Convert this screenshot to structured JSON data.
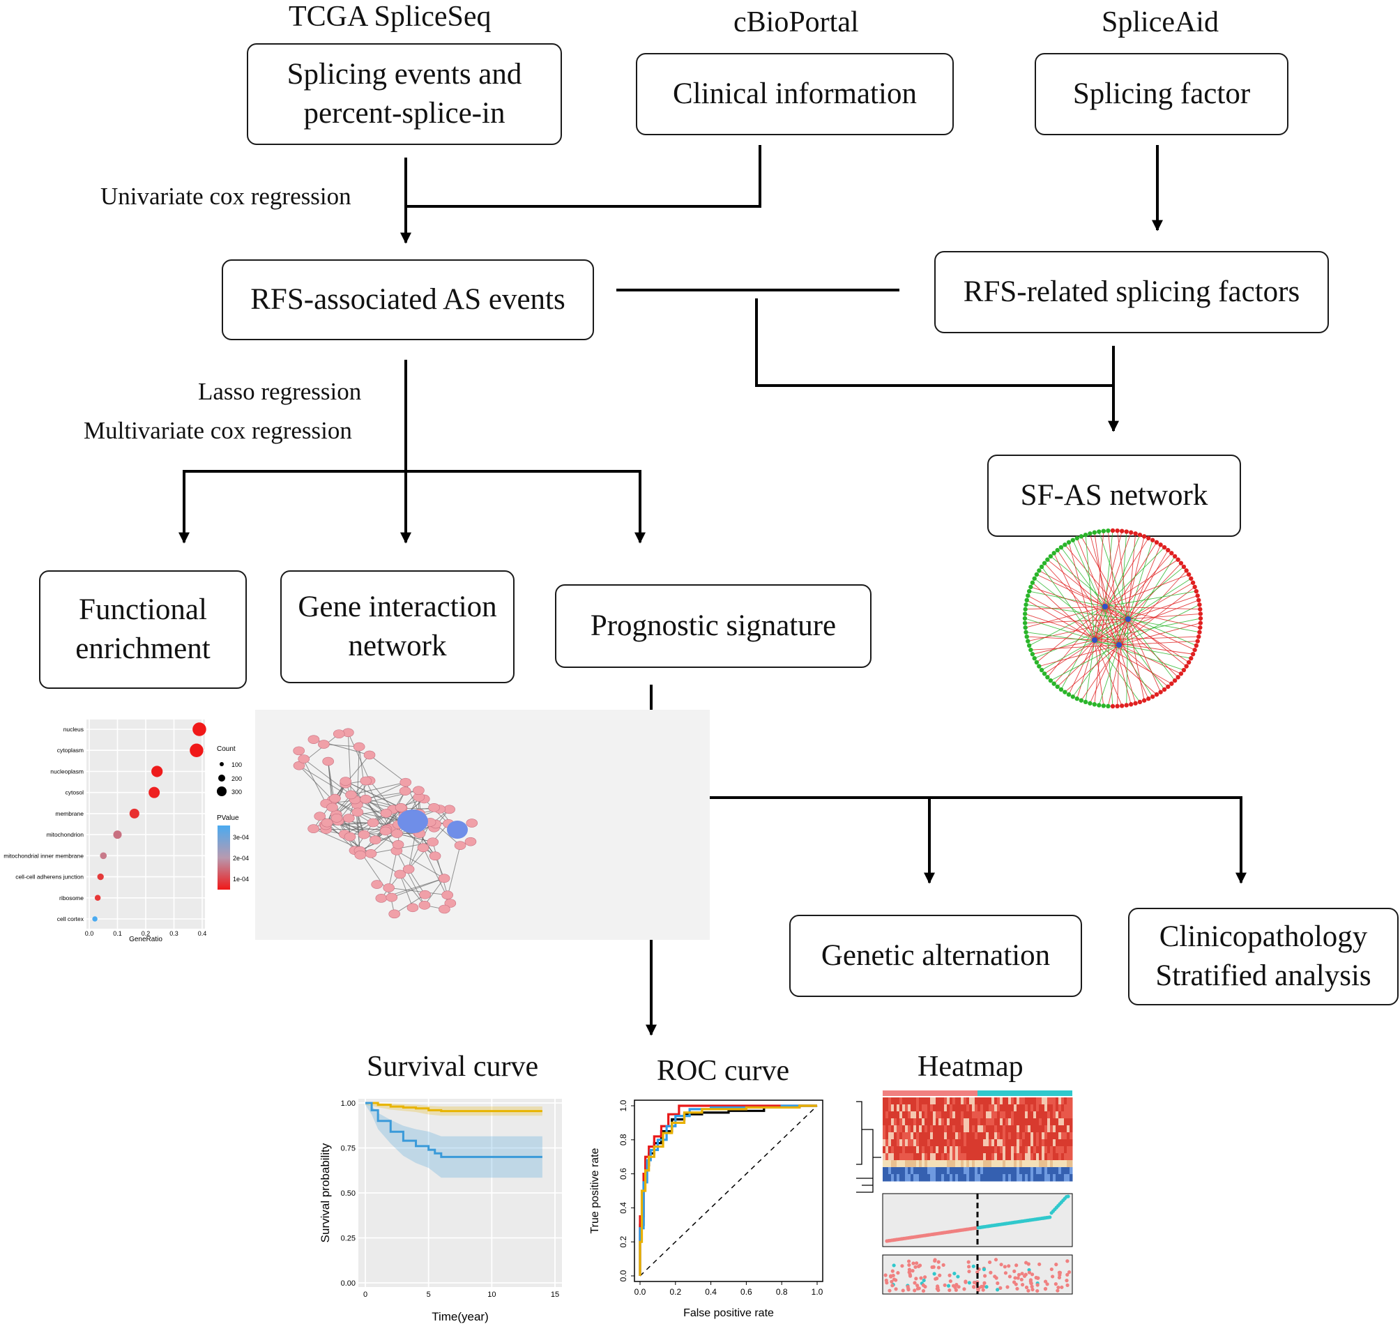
{
  "sources": {
    "tcga": "TCGA SpliceSeq",
    "cbioportal": "cBioPortal",
    "spliceaid": "SpliceAid"
  },
  "boxes": {
    "splicing_events": {
      "line1": "Splicing events and",
      "line2": "percent-splice-in"
    },
    "clinical": "Clinical information",
    "splicing_factor": "Splicing factor",
    "rfs_as": "RFS-associated AS events",
    "rfs_sf": "RFS-related splicing factors",
    "sf_as": "SF-AS network",
    "functional": {
      "line1": "Functional",
      "line2": "enrichment"
    },
    "gene_interaction": {
      "line1": "Gene interaction",
      "line2": "network"
    },
    "prognostic": "Prognostic signature",
    "genetic": "Genetic alternation",
    "clinico": {
      "line1": "Clinicopathology",
      "line2": "Stratified analysis"
    }
  },
  "labels": {
    "univariate": "Univariate cox regression",
    "lasso": "Lasso regression",
    "multivariate": "Multivariate cox regression"
  },
  "plots": {
    "survival_title": "Survival curve",
    "roc_title": "ROC curve",
    "heatmap_title": "Heatmap"
  },
  "go_plot": {
    "terms": [
      "nucleus",
      "cytoplasm",
      "nucleoplasm",
      "cytosol",
      "membrane",
      "mitochondrion",
      "mitochondrial inner membrane",
      "cell-cell adherens junction",
      "ribosome",
      "cell cortex"
    ],
    "gene_ratio": [
      0.39,
      0.38,
      0.24,
      0.23,
      0.16,
      0.1,
      0.05,
      0.04,
      0.03,
      0.02
    ],
    "count": [
      300,
      295,
      185,
      178,
      125,
      80,
      40,
      35,
      25,
      15
    ],
    "color": [
      "#f01818",
      "#f01818",
      "#ee1b1b",
      "#ee2020",
      "#e83030",
      "#c87080",
      "#c87a8a",
      "#e43a3a",
      "#e83838",
      "#4aaaf0"
    ],
    "xticks": [
      "0.0",
      "0.1",
      "0.2",
      "0.3",
      "0.4"
    ],
    "xlabel": "GeneRatio",
    "count_legend": "Count",
    "counts": [
      "100",
      "200",
      "300"
    ],
    "pvalue_legend": "PValue",
    "pvalues": [
      "3e-04",
      "2e-04",
      "1e-04"
    ]
  },
  "chart_data": [
    {
      "type": "line",
      "xlabel": "Time(year)",
      "ylabel": "Survival probability",
      "xlim": [
        0,
        15
      ],
      "ylim": [
        0,
        1
      ],
      "xticks": [
        "0",
        "5",
        "10",
        "15"
      ],
      "yticks": [
        "0.00",
        "0.25",
        "0.50",
        "0.75",
        "1.00"
      ],
      "series": [
        {
          "color": "#e8b400",
          "x": [
            0,
            1,
            2,
            3,
            4,
            5,
            6,
            8,
            10,
            12,
            14
          ],
          "y": [
            1.0,
            0.99,
            0.98,
            0.975,
            0.97,
            0.96,
            0.955,
            0.955,
            0.955,
            0.955,
            0.955
          ]
        },
        {
          "color": "#3a9ad9",
          "x": [
            0,
            0.5,
            1,
            2,
            3,
            4,
            5,
            5.5,
            6,
            8,
            10,
            12,
            14
          ],
          "y": [
            1.0,
            0.96,
            0.9,
            0.84,
            0.79,
            0.76,
            0.74,
            0.72,
            0.7,
            0.7,
            0.7,
            0.7,
            0.7
          ]
        }
      ]
    },
    {
      "type": "line",
      "xlabel": "False positive rate",
      "ylabel": "True positive rate",
      "xlim": [
        0,
        1
      ],
      "ylim": [
        0,
        1
      ],
      "xticks": [
        "0.0",
        "0.2",
        "0.4",
        "0.6",
        "0.8",
        "1.0"
      ],
      "yticks": [
        "0.0",
        "0.2",
        "0.4",
        "0.6",
        "0.8",
        "1.0"
      ],
      "series": [
        {
          "color": "#000000",
          "x": [
            0,
            0.02,
            0.03,
            0.05,
            0.08,
            0.12,
            0.18,
            0.25,
            0.35,
            0.5,
            0.7,
            0.9,
            1.0
          ],
          "y": [
            0,
            0.3,
            0.55,
            0.65,
            0.72,
            0.78,
            0.85,
            0.92,
            0.95,
            0.96,
            0.97,
            0.99,
            1.0
          ]
        },
        {
          "color": "#e81818",
          "x": [
            0,
            0.02,
            0.03,
            0.05,
            0.08,
            0.12,
            0.16,
            0.22,
            0.25,
            1.0
          ],
          "y": [
            0,
            0.35,
            0.6,
            0.7,
            0.76,
            0.82,
            0.88,
            0.95,
            1.0,
            1.0
          ]
        },
        {
          "color": "#2f9be8",
          "x": [
            0,
            0.02,
            0.04,
            0.06,
            0.1,
            0.15,
            0.2,
            0.28,
            0.4,
            0.8,
            1.0
          ],
          "y": [
            0,
            0.28,
            0.55,
            0.68,
            0.74,
            0.8,
            0.88,
            0.94,
            0.98,
            0.99,
            1.0
          ]
        },
        {
          "color": "#e8b000",
          "x": [
            0,
            0.01,
            0.03,
            0.05,
            0.08,
            0.13,
            0.18,
            0.25,
            0.35,
            0.6,
            0.9,
            1.0
          ],
          "y": [
            0,
            0.2,
            0.5,
            0.62,
            0.7,
            0.76,
            0.84,
            0.9,
            0.96,
            0.98,
            0.99,
            1.0
          ]
        }
      ]
    }
  ],
  "colors": {
    "red": "#e02020",
    "green": "#2ab52a",
    "blue": "#6f8ee8",
    "pink": "#f0a0a8",
    "teal": "#30c8cc",
    "salmon": "#f08080"
  }
}
